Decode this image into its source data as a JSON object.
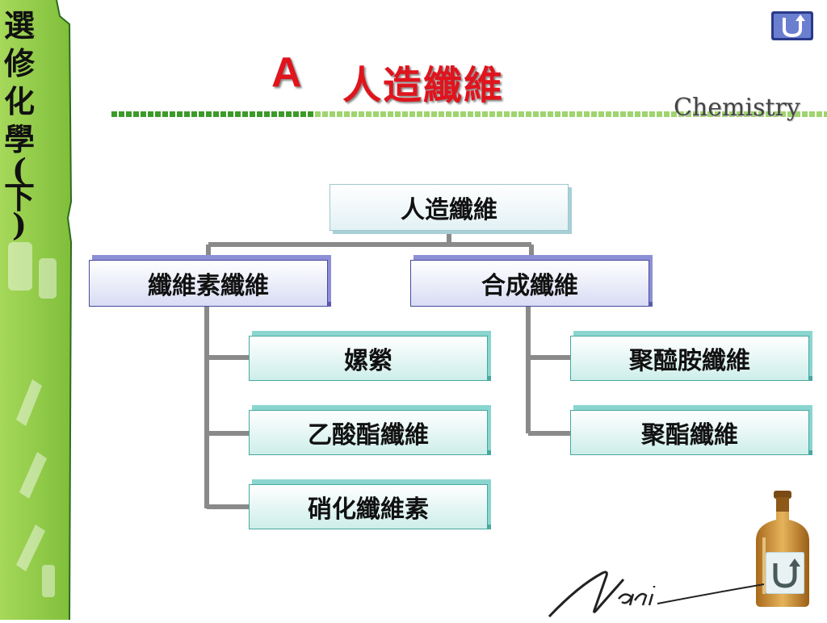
{
  "sidebar": {
    "chars": [
      "選",
      "修",
      "化",
      "學",
      "(",
      "下",
      ")"
    ]
  },
  "header": {
    "letter": "A",
    "title": "人造纖維",
    "subject": "Chemistry"
  },
  "diagram": {
    "root": "人造纖維",
    "left": {
      "label": "纖維素纖維",
      "children": [
        "嫘縈",
        "乙酸酯纖維",
        "硝化纖維素"
      ]
    },
    "right": {
      "label": "合成纖維",
      "children": [
        "聚醯胺纖維",
        "聚酯纖維"
      ]
    }
  },
  "colors": {
    "title_red": "#e0141d",
    "sidebar_green": "#8ac640",
    "dot_green": "#3c9a2a",
    "connector": "#8a8a8a"
  },
  "icons": {
    "nav_top": "return-u-icon",
    "nav_bottom": "return-u-icon",
    "decoration": "reagent-bottle"
  }
}
